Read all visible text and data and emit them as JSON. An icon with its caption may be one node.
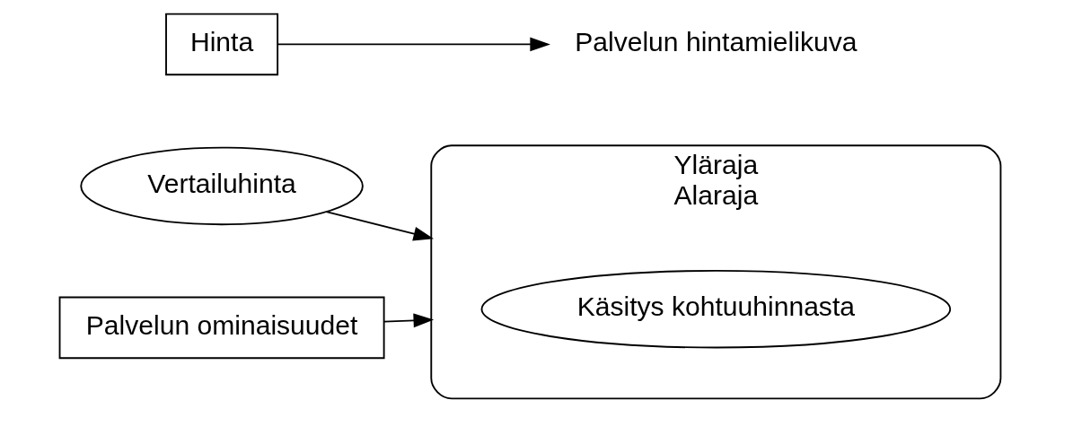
{
  "diagram": {
    "nodes": [
      {
        "text": [
          "Yläraja",
          "Alaraja"
        ]
      },
      {
        "text": [
          "Käsitys kohtuuhinnasta"
        ],
        "in": 0
      },
      {
        "text": [
          "Vertailuhinta"
        ]
      },
      {
        "text": [
          "Hinta"
        ]
      },
      {
        "text": [
          "Palvelun ominaisuudet"
        ]
      },
      {
        "text": [
          "Palvelun hintamielikuva"
        ]
      }
    ],
    "edges": [
      {
        "from": 2,
        "to": 0,
        "arrow": "to"
      },
      {
        "from": 3,
        "to": 5,
        "arrow": "to"
      },
      {
        "from": 4,
        "to": 0,
        "arrow": "to"
      }
    ]
  }
}
